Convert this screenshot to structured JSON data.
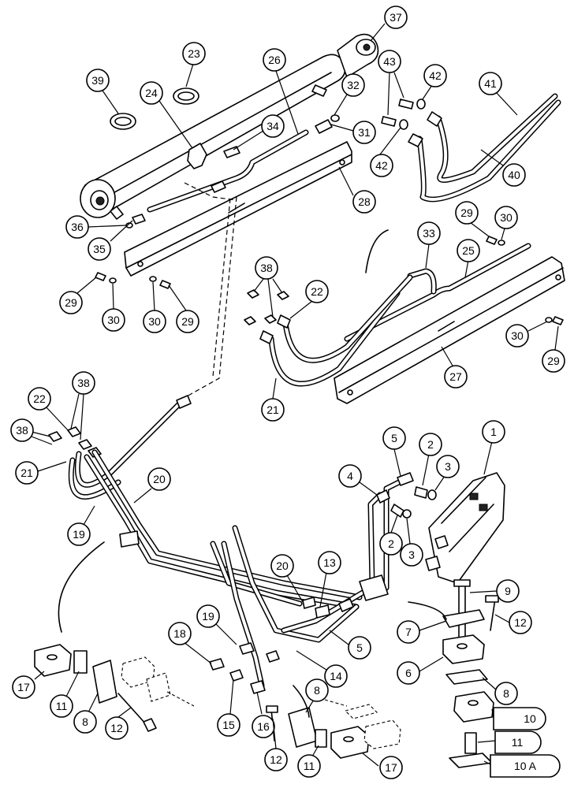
{
  "callouts": [
    {
      "id": "c37",
      "label": "37"
    },
    {
      "id": "c23",
      "label": "23"
    },
    {
      "id": "c39",
      "label": "39"
    },
    {
      "id": "c24",
      "label": "24"
    },
    {
      "id": "c26",
      "label": "26"
    },
    {
      "id": "c32",
      "label": "32"
    },
    {
      "id": "c43",
      "label": "43"
    },
    {
      "id": "c42a",
      "label": "42"
    },
    {
      "id": "c41",
      "label": "41"
    },
    {
      "id": "c34",
      "label": "34"
    },
    {
      "id": "c31",
      "label": "31"
    },
    {
      "id": "c42b",
      "label": "42"
    },
    {
      "id": "c40",
      "label": "40"
    },
    {
      "id": "c28",
      "label": "28"
    },
    {
      "id": "c36",
      "label": "36"
    },
    {
      "id": "c35",
      "label": "35"
    },
    {
      "id": "c29a",
      "label": "29"
    },
    {
      "id": "c30a",
      "label": "30"
    },
    {
      "id": "c30b",
      "label": "30"
    },
    {
      "id": "c29b",
      "label": "29"
    },
    {
      "id": "c29c",
      "label": "29"
    },
    {
      "id": "c30c",
      "label": "30"
    },
    {
      "id": "c33",
      "label": "33"
    },
    {
      "id": "c25",
      "label": "25"
    },
    {
      "id": "c38a",
      "label": "38"
    },
    {
      "id": "c22a",
      "label": "22"
    },
    {
      "id": "c30d",
      "label": "30"
    },
    {
      "id": "c29d",
      "label": "29"
    },
    {
      "id": "c27",
      "label": "27"
    },
    {
      "id": "c21a",
      "label": "21"
    },
    {
      "id": "c38b",
      "label": "38"
    },
    {
      "id": "c22b",
      "label": "22"
    },
    {
      "id": "c38c",
      "label": "38"
    },
    {
      "id": "c21b",
      "label": "21"
    },
    {
      "id": "c20a",
      "label": "20"
    },
    {
      "id": "c19a",
      "label": "19"
    },
    {
      "id": "c1",
      "label": "1"
    },
    {
      "id": "c5a",
      "label": "5"
    },
    {
      "id": "c2a",
      "label": "2"
    },
    {
      "id": "c3a",
      "label": "3"
    },
    {
      "id": "c4",
      "label": "4"
    },
    {
      "id": "c2b",
      "label": "2"
    },
    {
      "id": "c3b",
      "label": "3"
    },
    {
      "id": "c20b",
      "label": "20"
    },
    {
      "id": "c13",
      "label": "13"
    },
    {
      "id": "c9",
      "label": "9"
    },
    {
      "id": "c7",
      "label": "7"
    },
    {
      "id": "c12a",
      "label": "12"
    },
    {
      "id": "c18",
      "label": "18"
    },
    {
      "id": "c19b",
      "label": "19"
    },
    {
      "id": "c5b",
      "label": "5"
    },
    {
      "id": "c6",
      "label": "6"
    },
    {
      "id": "c14",
      "label": "14"
    },
    {
      "id": "c8a",
      "label": "8"
    },
    {
      "id": "c17a",
      "label": "17"
    },
    {
      "id": "c11a",
      "label": "11"
    },
    {
      "id": "c8b",
      "label": "8"
    },
    {
      "id": "c12b",
      "label": "12"
    },
    {
      "id": "c15",
      "label": "15"
    },
    {
      "id": "c16",
      "label": "16"
    },
    {
      "id": "c8c",
      "label": "8"
    },
    {
      "id": "c10",
      "label": "10"
    },
    {
      "id": "c12c",
      "label": "12"
    },
    {
      "id": "c11b",
      "label": "11"
    },
    {
      "id": "c17b",
      "label": "17"
    },
    {
      "id": "c11c",
      "label": "11"
    },
    {
      "id": "c10a",
      "label": "10 A"
    }
  ]
}
